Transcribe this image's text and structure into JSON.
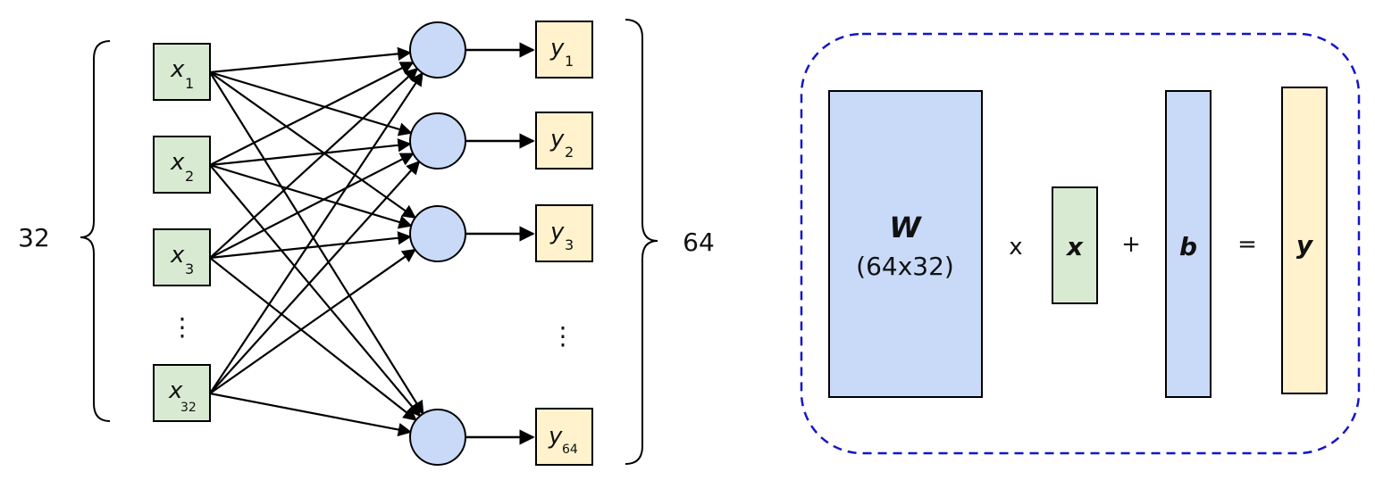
{
  "left": {
    "input_count": "32",
    "output_count": "64",
    "vdots": "⋮",
    "inputs": [
      {
        "var": "x",
        "sub": "1"
      },
      {
        "var": "x",
        "sub": "2"
      },
      {
        "var": "x",
        "sub": "3"
      },
      {
        "var": "x",
        "sub": "32"
      }
    ],
    "outputs": [
      {
        "var": "y",
        "sub": "1"
      },
      {
        "var": "y",
        "sub": "2"
      },
      {
        "var": "y",
        "sub": "3"
      },
      {
        "var": "y",
        "sub": "64"
      }
    ]
  },
  "right": {
    "weight_symbol": "W",
    "weight_dims": "(64x32)",
    "times_op": "x",
    "input_symbol": "x",
    "plus_op": "+",
    "bias_symbol": "b",
    "equals_op": "=",
    "output_symbol": "y"
  },
  "colors": {
    "input_fill": "#d9ead3",
    "output_fill": "#fff2cc",
    "neuron_fill": "#c9daf8",
    "dashed_border": "#1515c8"
  }
}
